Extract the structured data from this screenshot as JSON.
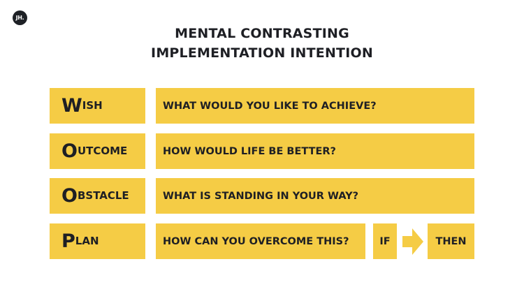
{
  "logo": {
    "text": "JH."
  },
  "title": {
    "line1": "MENTAL CONTRASTING",
    "line2": "IMPLEMENTATION INTENTION"
  },
  "rows": [
    {
      "initial": "W",
      "rest": "ISH",
      "question": "WHAT WOULD YOU LIKE TO ACHIEVE?"
    },
    {
      "initial": "O",
      "rest": "UTCOME",
      "question": "HOW WOULD LIFE BE BETTER?"
    },
    {
      "initial": "O",
      "rest": "BSTACLE",
      "question": "WHAT IS STANDING IN YOUR WAY?"
    },
    {
      "initial": "P",
      "rest": "LAN",
      "question": "HOW CAN YOU OVERCOME THIS?"
    }
  ],
  "plan_extras": {
    "if_label": "IF",
    "then_label": "THEN",
    "arrow_icon": "arrow-right-icon"
  },
  "colors": {
    "accent": "#f5cc45",
    "text": "#1e1f24",
    "logo_bg": "#1e2126"
  }
}
